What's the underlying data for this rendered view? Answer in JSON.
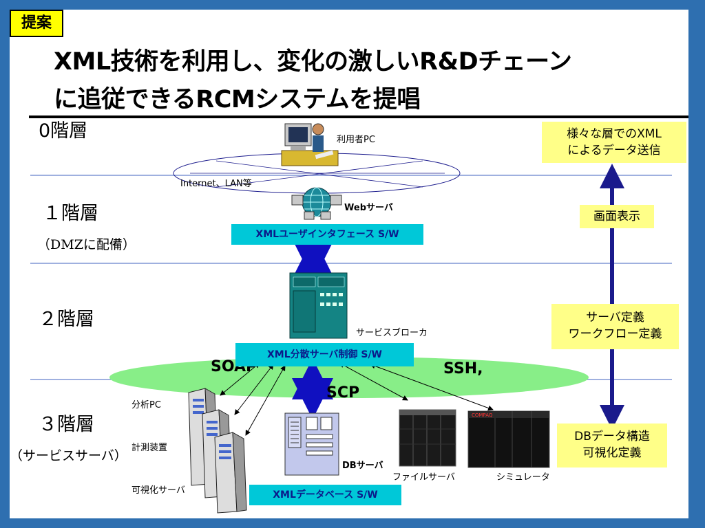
{
  "badge": "提案",
  "title": {
    "line1": "XML技術を利用し、変化の激しいR&Dチェーン",
    "line2": "に追従できるRCMシステムを提唱"
  },
  "layers": {
    "layer0": "0階層",
    "layer1": "１階層",
    "layer1_note": "（DMZに配備）",
    "layer2": "２階層",
    "layer3": "３階層",
    "layer3_note": "（サービスサーバ）"
  },
  "nodes": {
    "user_pc": "利用者PC",
    "network": "Internet、LAN等",
    "web_server": "Webサーバ",
    "xml_ui": "XMLユーザインタフェース S/W",
    "service_broker": "サービスブローカ",
    "xml_dist": "XML分散サーバ制御  S/W",
    "soap": "SOAP",
    "ssh": "SSH,",
    "scp": "SCP",
    "analysis_pc": "分析PC",
    "measurement": "計測装置",
    "visualization_server": "可視化サーバ",
    "db_server": "DBサーバ",
    "xml_db": "XMLデータベース S/W",
    "file_server": "ファイルサーバ",
    "simulator": "シミュレータ",
    "brand": "COMPAQ"
  },
  "notes": {
    "xml_transfer_1": "様々な層でのXML",
    "xml_transfer_2": "によるデータ送信",
    "screen": "画面表示",
    "server_def_1": "サーバ定義",
    "server_def_2": "ワークフロー定義",
    "db_def_1": "DBデータ構造",
    "db_def_2": "可視化定義"
  },
  "colors": {
    "frame": "#2e6fb0",
    "badge": "#ffff00",
    "note_box": "#ffff88",
    "software_box": "#00c8d8",
    "software_text": "#0b1a8a",
    "arrow": "#1010c0",
    "side_arrow": "#1a1a8c",
    "soap_ellipse": "#88ee88",
    "layer_line": "#6680cc"
  }
}
